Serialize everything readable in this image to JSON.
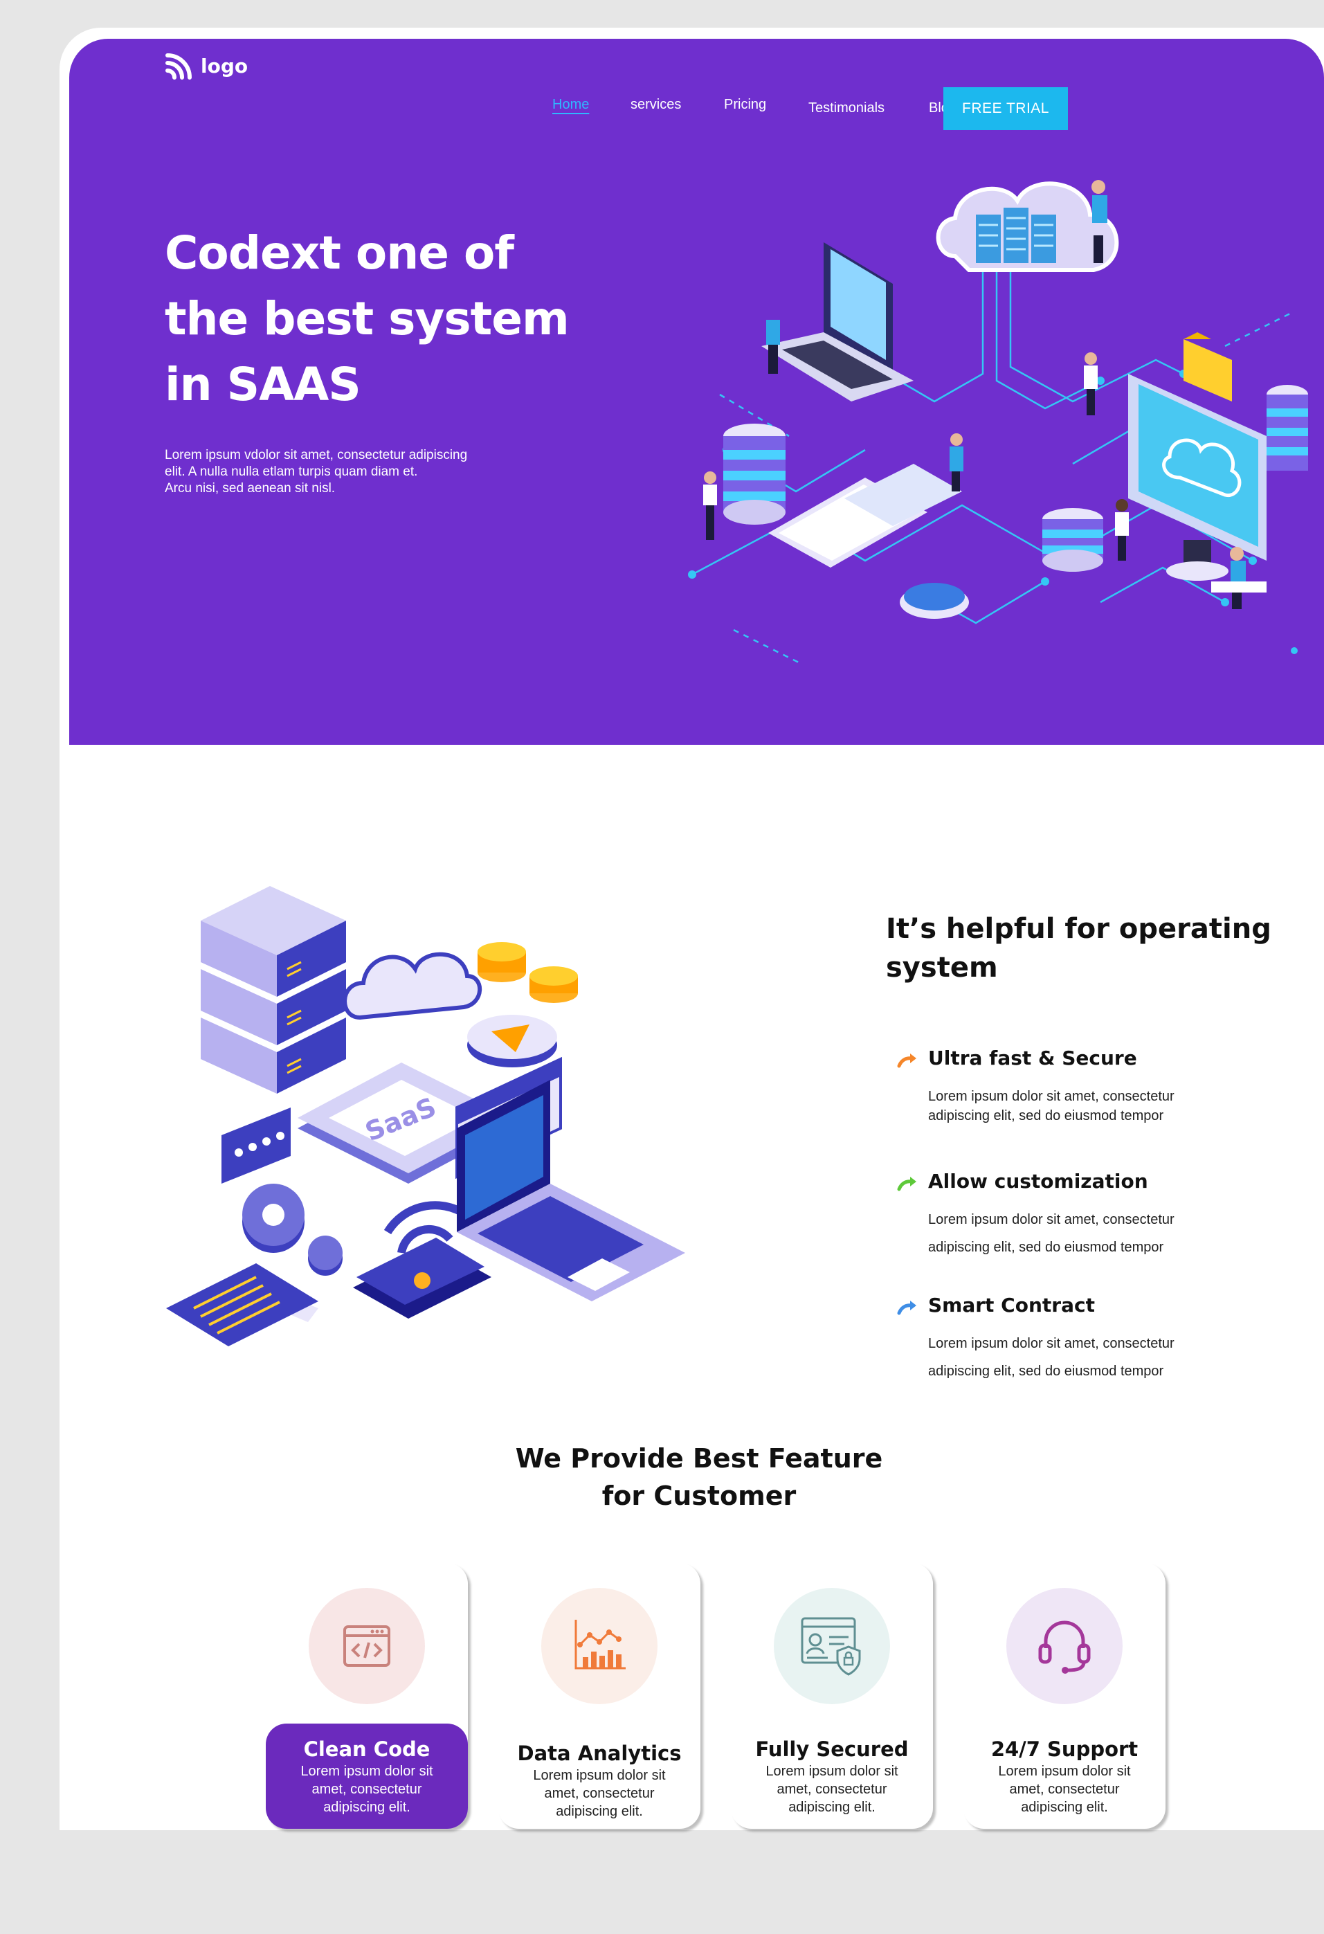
{
  "header": {
    "logo_text": "logo",
    "nav": [
      {
        "label": "Home",
        "active": true
      },
      {
        "label": "services",
        "active": false
      },
      {
        "label": "Pricing",
        "active": false
      },
      {
        "label": "Testimonials",
        "active": false
      },
      {
        "label": "Blog",
        "active": false
      }
    ],
    "cta_label": "FREE TRIAL"
  },
  "hero": {
    "title_lines": [
      "Codext one of",
      "the best system",
      "in SAAS"
    ],
    "description_lines": [
      "Lorem ipsum vdolor sit amet, consectetur adipiscing",
      "elit. A nulla nulla etlam turpis quam diam et.",
      "Arcu nisi, sed aenean sit nisl."
    ],
    "illustration_icon": "saas-network-illustration"
  },
  "features": {
    "illustration_label": "SaaS",
    "title_lines": [
      "It’s helpful for operating",
      "system"
    ],
    "items": [
      {
        "title": "Ultra fast & Secure",
        "desc_lines": [
          "Lorem ipsum dolor sit amet, consectetur",
          "adipiscing elit, sed do eiusmod tempor"
        ],
        "arrow_color": "#f5862a"
      },
      {
        "title": "Allow customization",
        "desc_lines": [
          "Lorem ipsum dolor sit amet, consectetur",
          "adipiscing elit, sed do eiusmod tempor"
        ],
        "arrow_color": "#5ec93a"
      },
      {
        "title": "Smart Contract",
        "desc_lines": [
          "Lorem ipsum dolor sit amet, consectetur",
          "adipiscing elit, sed do eiusmod tempor"
        ],
        "arrow_color": "#3f8ee6"
      }
    ]
  },
  "best_features": {
    "title_lines": [
      "We Provide Best Feature",
      "for Customer"
    ],
    "cards": [
      {
        "title": "Clean Code",
        "desc_lines": [
          "Lorem ipsum dolor sit",
          "amet, consectetur",
          "adipiscing elit."
        ],
        "icon": "code-window-icon",
        "circle_color": "#f8e6e6",
        "active": true
      },
      {
        "title": "Data Analytics",
        "desc_lines": [
          "Lorem ipsum dolor sit",
          "amet, consectetur",
          "adipiscing elit."
        ],
        "icon": "chart-icon",
        "circle_color": "#fbeee8",
        "active": false
      },
      {
        "title": "Fully Secured",
        "desc_lines": [
          "Lorem ipsum dolor sit",
          "amet, consectetur",
          "adipiscing elit."
        ],
        "icon": "shield-icon",
        "circle_color": "#e8f3f2",
        "active": false
      },
      {
        "title": "24/7 Support",
        "desc_lines": [
          "Lorem ipsum dolor sit",
          "amet, consectetur",
          "adipiscing elit."
        ],
        "icon": "headset-icon",
        "circle_color": "#efe6f6",
        "active": false
      }
    ]
  },
  "colors": {
    "hero_bg": "#6f2fce",
    "cta_bg": "#1cb8ee",
    "nav_active": "#2fb7ff",
    "card_active_bg": "#6b2abd"
  }
}
